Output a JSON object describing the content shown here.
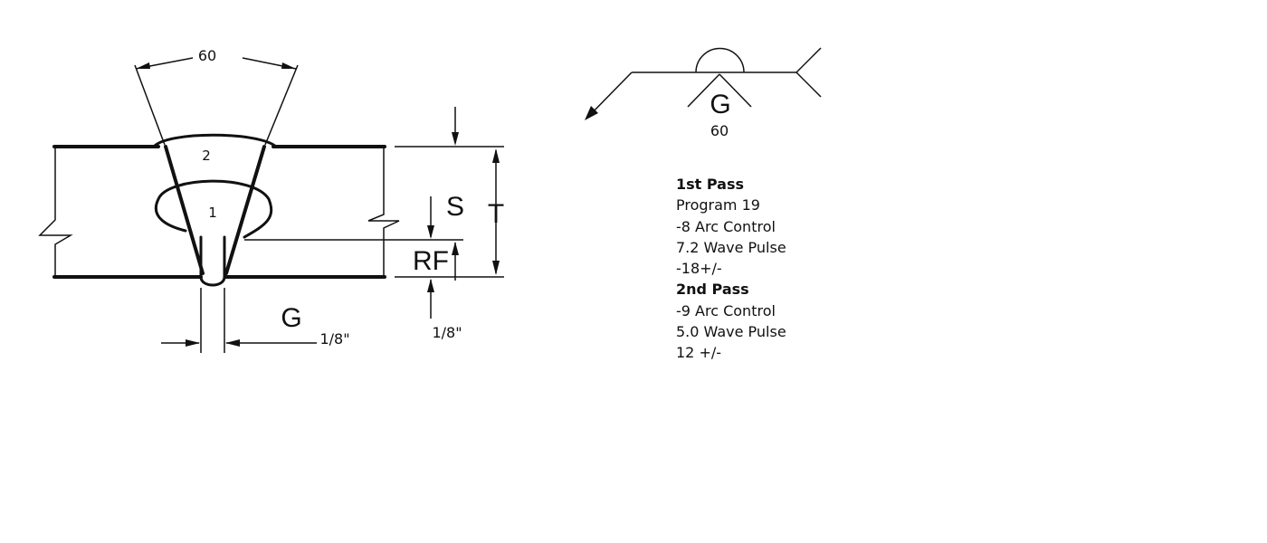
{
  "joint_drawing": {
    "groove_angle": "60",
    "pass_2_label": "2",
    "pass_1_label": "1",
    "depth_label": "S",
    "thickness_label": "T",
    "root_face_label": "RF",
    "gap_label": "G",
    "gap_value": "1/8\"",
    "root_face_value": "1/8\""
  },
  "weld_symbol": {
    "groove_label": "G",
    "groove_angle": "60"
  },
  "notes": {
    "pass1_title": "1st Pass",
    "pass1_lines": [
      "Program 19",
      "-8 Arc Control",
      "7.2 Wave Pulse",
      "-18+/-"
    ],
    "pass2_title": "2nd Pass",
    "pass2_lines": [
      "-9 Arc Control",
      "5.0 Wave Pulse",
      "12 +/-"
    ]
  }
}
